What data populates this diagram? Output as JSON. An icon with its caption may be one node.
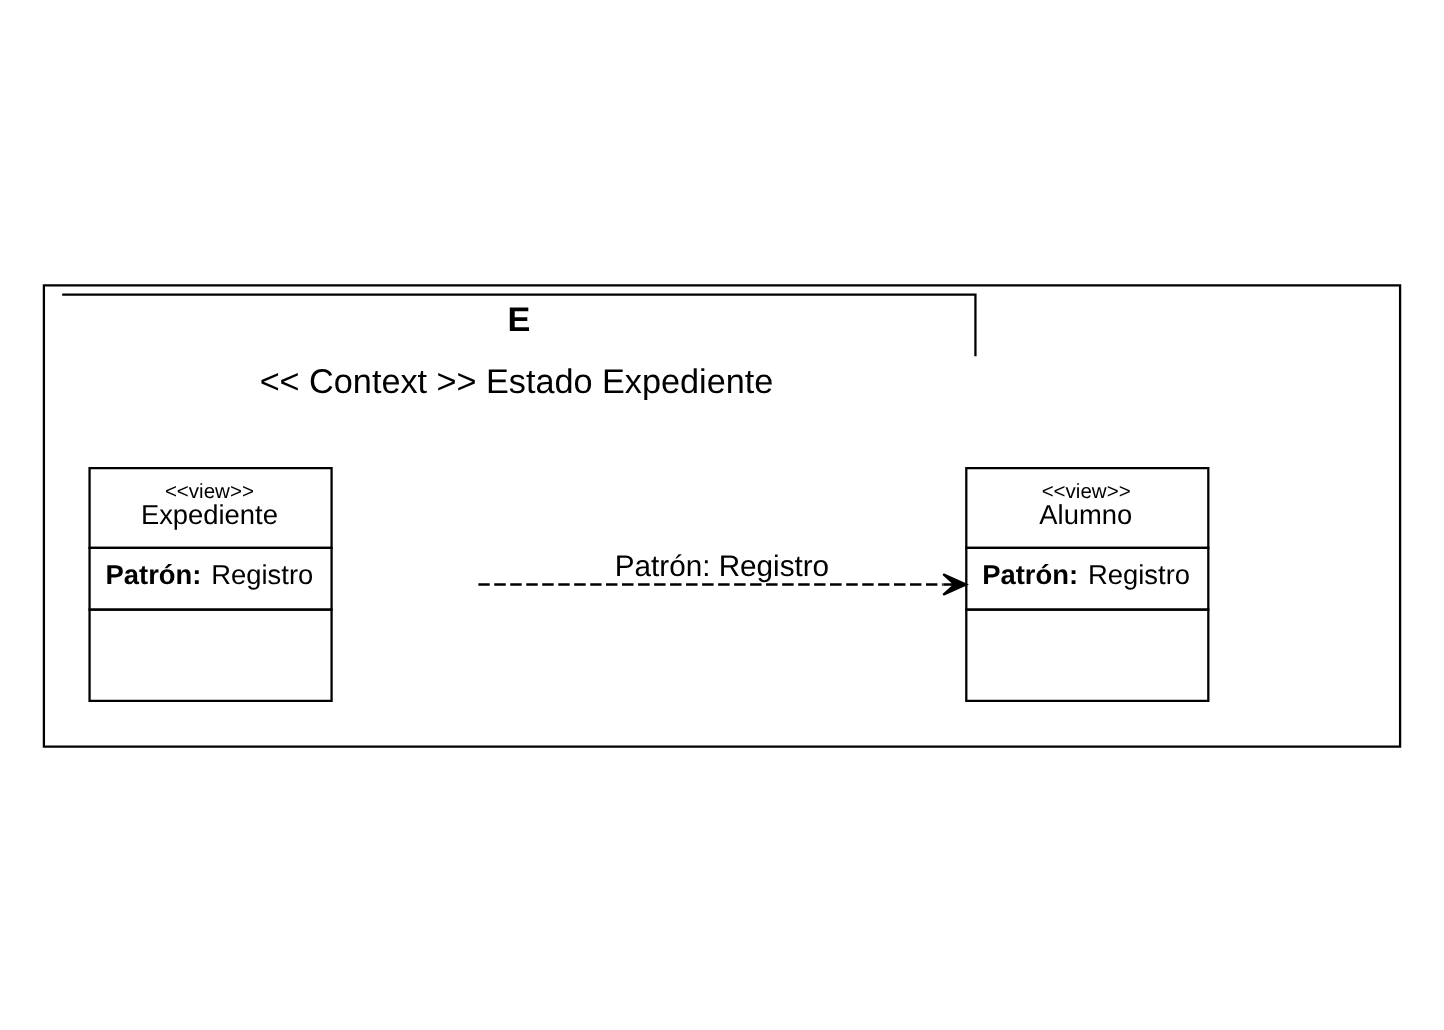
{
  "diagram": {
    "nodes": [
      {
        "text": [
          "E",
          "<< Context >> Estado Expediente"
        ]
      },
      {
        "text": [
          "<<view>>",
          "Expediente",
          "**Patrón:** Registro"
        ],
        "in": 0
      },
      {
        "text": [
          "<<view>>",
          "Alumno",
          "**Patrón:** Registro"
        ],
        "in": 0
      }
    ],
    "edges": [
      {
        "from": 1,
        "to": 2,
        "arrow": "to",
        "style": "dashed",
        "label": "Patrón: Registro"
      }
    ]
  }
}
